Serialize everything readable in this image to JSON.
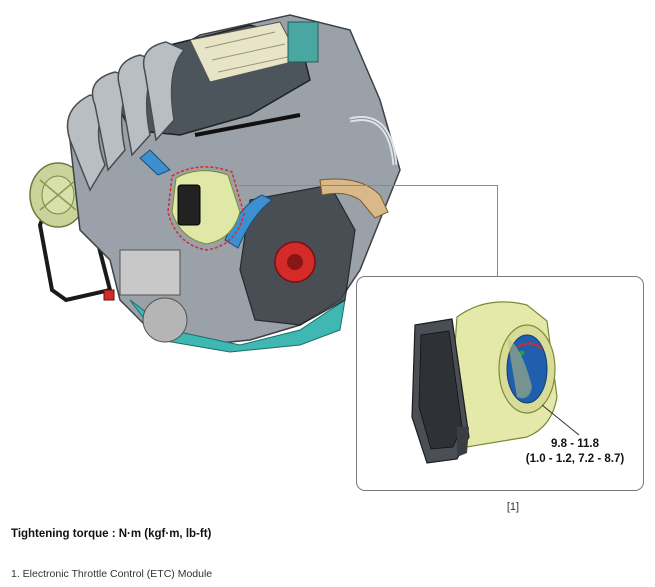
{
  "callout": {
    "torque_line1": "9.8 - 11.8",
    "torque_line2": "(1.0 - 1.2, 7.2 - 8.7)",
    "ref_label": "[1]"
  },
  "heading": "Tightening torque : N·m (kgf·m, lb-ft)",
  "legend": {
    "items": [
      "1. Electronic Throttle Control (ETC) Module"
    ]
  }
}
